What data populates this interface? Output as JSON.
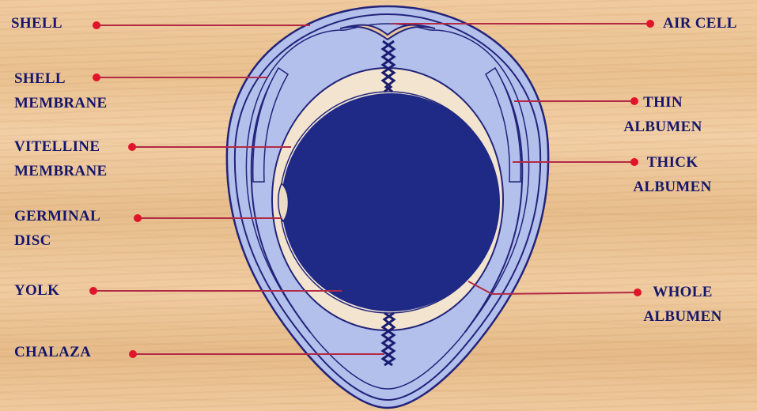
{
  "diagram": {
    "colors": {
      "shell_fill": "#b4c0ec",
      "outline": "#22237a",
      "yolk": "#1f2a87",
      "chalaza": "#1a1c70",
      "leader_line": "#b32a44",
      "dot": "#e0142a",
      "label_text": "#15166b"
    },
    "labels": {
      "shell": [
        "SHELL"
      ],
      "shell_membrane": [
        "SHELL",
        "MEMBRANE"
      ],
      "vitelline_membrane": [
        "VITELLINE",
        "MEMBRANE"
      ],
      "germinal_disc": [
        "GERMINAL",
        "DISC"
      ],
      "yolk": [
        "YOLK"
      ],
      "chalaza": [
        "CHALAZA"
      ],
      "air_cell": [
        "AIR CELL"
      ],
      "thin_albumen": [
        "THIN",
        "ALBUMEN"
      ],
      "thick_albumen": [
        "THICK",
        "ALBUMEN"
      ],
      "whole_albumen": [
        "WHOLE",
        "ALBUMEN"
      ]
    }
  }
}
